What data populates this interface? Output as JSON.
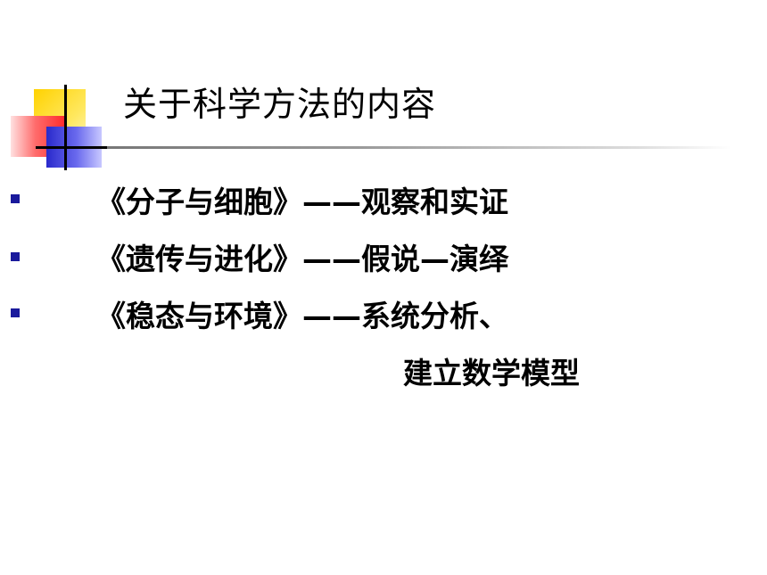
{
  "title": "关于科学方法的内容",
  "items": [
    {
      "text": "《分子与细胞》——观察和实证"
    },
    {
      "text": "《遗传与进化》——假说—演绎"
    },
    {
      "text": "《稳态与环境》——系统分析、"
    }
  ],
  "continuation": "建立数学模型",
  "colors": {
    "bullet": "#1a1a9c",
    "deco_yellow": "#ffd200",
    "deco_red": "#ff2a2a",
    "deco_blue": "#2a2acc"
  }
}
